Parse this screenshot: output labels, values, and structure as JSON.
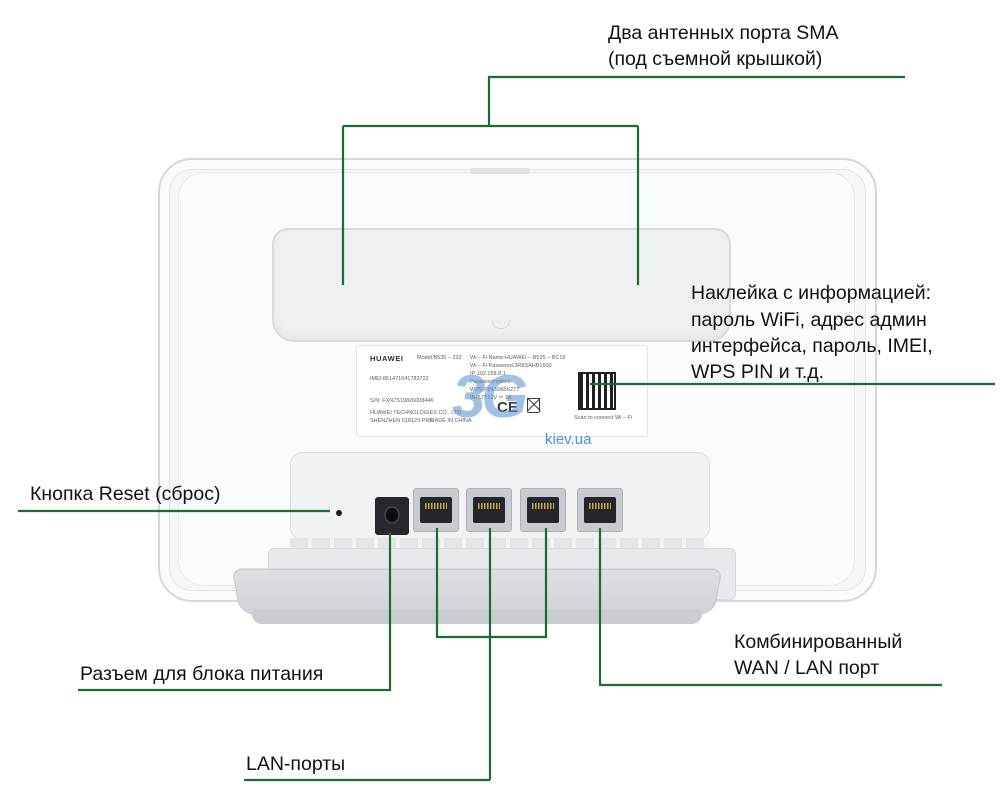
{
  "diagram": {
    "callouts": {
      "antenna_line1": "Два антенных порта SMA",
      "antenna_line2": "(под съемной крышкой)",
      "sticker_line1": "Наклейка с информацией:",
      "sticker_line2": "пароль WiFi, адрес админ",
      "sticker_line3": "интерфейса, пароль, IMEI,",
      "sticker_line4": "WPS PIN и т.д.",
      "reset": "Кнопка Reset (сброс)",
      "power": "Разъем для блока питания",
      "lan": "LAN-порты",
      "wan_line1": "Комбинированный",
      "wan_line2": "WAN / LAN порт"
    },
    "sticker": {
      "brand": "HUAWEI",
      "model": "Model:B535 – 232",
      "imei": "IMEI:861471041783722",
      "sn": "S/N: FXN7S19826008446",
      "maker1": "HUAWEI TECHNOLOGIES CO., LTD.",
      "maker2": "SHENZHEN 518129 PRC",
      "made_in": "MADE IN CHINA",
      "wifi_name": "Wi – Fi Name:HUAWEI – B535 – BC19",
      "wifi_pass": "Wi – Fi Password:3R8SAHB1600",
      "ip": "IP:192.168.8.1",
      "password": "Password:admin",
      "wps": "WPS PIN:50656277",
      "input": "INPUT:12V ⎓ 1A",
      "scan": "Scan to connect Wi – Fi",
      "ce": "CE"
    },
    "watermark": {
      "logo": "3G",
      "site": "kiev.ua"
    },
    "colors": {
      "line": "#1e6b32",
      "watermark": "#4b8fd6"
    }
  }
}
